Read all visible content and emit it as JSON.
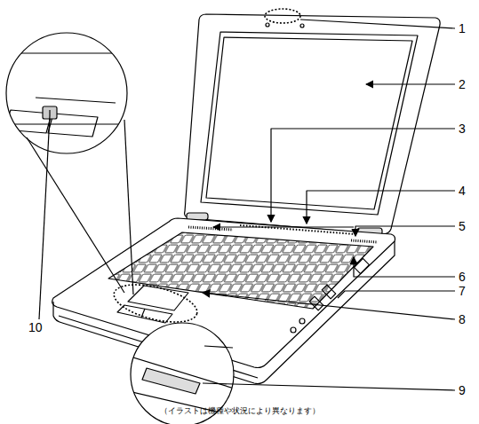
{
  "diagram": {
    "labels": [
      "1",
      "2",
      "3",
      "4",
      "5",
      "6",
      "7",
      "8",
      "9",
      "10",
      "（イラストは機種や状況により異なります）"
    ]
  }
}
